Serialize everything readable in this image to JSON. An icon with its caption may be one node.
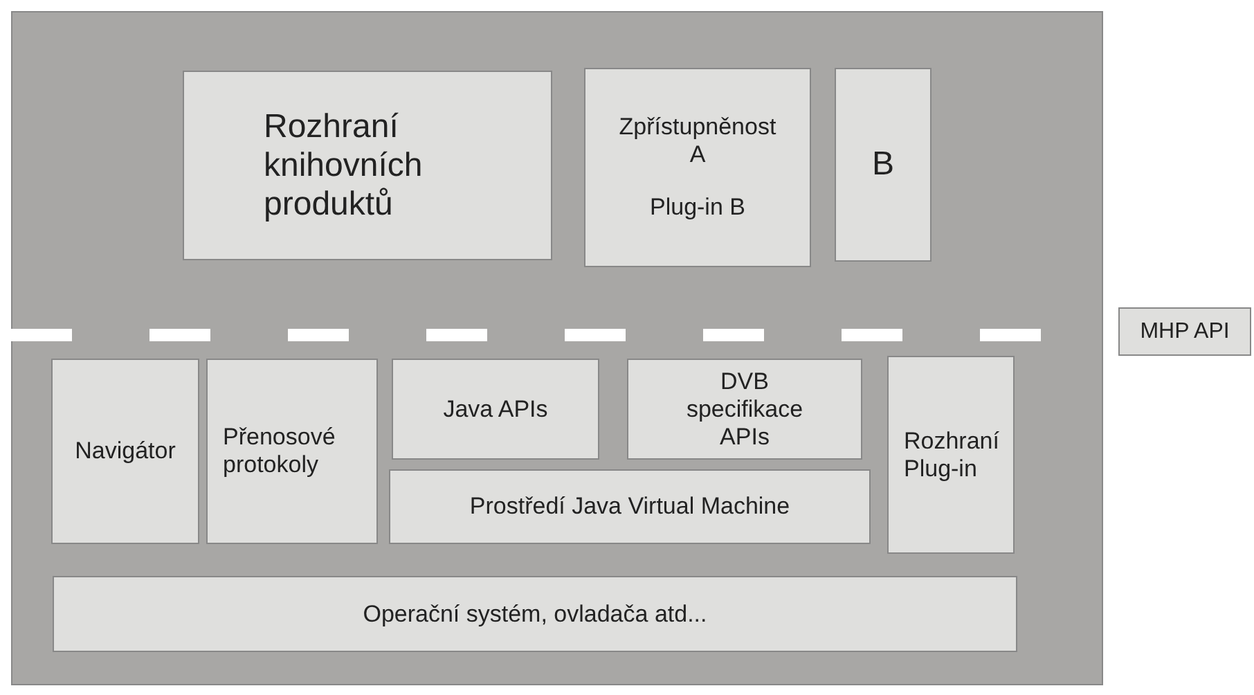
{
  "diagram": {
    "nodes": [
      {
        "text": [],
        "shape": "box"
      },
      {
        "text": [
          "Rozhraní knihovních produktů"
        ],
        "in": 0
      },
      {
        "text": [
          "Zpřístupněnost A",
          "Plug-in B"
        ],
        "in": 0
      },
      {
        "text": [
          "B"
        ],
        "in": 0
      },
      {
        "text": [
          "Navigátor"
        ],
        "in": 0
      },
      {
        "text": [
          "Přenosové protokoly"
        ],
        "in": 0
      },
      {
        "text": [
          "Java APIs"
        ],
        "in": 0
      },
      {
        "text": [
          "DVB specifikace APIs"
        ],
        "in": 0
      },
      {
        "text": [
          "Prostředí Java Virtual Machine"
        ],
        "in": 0
      },
      {
        "text": [
          "Rozhraní Plug-in"
        ],
        "in": 0
      },
      {
        "text": [
          "Operační systém, ovladača atd..."
        ],
        "in": 0
      },
      {
        "text": [
          "MHP API"
        ]
      }
    ],
    "edges": []
  }
}
